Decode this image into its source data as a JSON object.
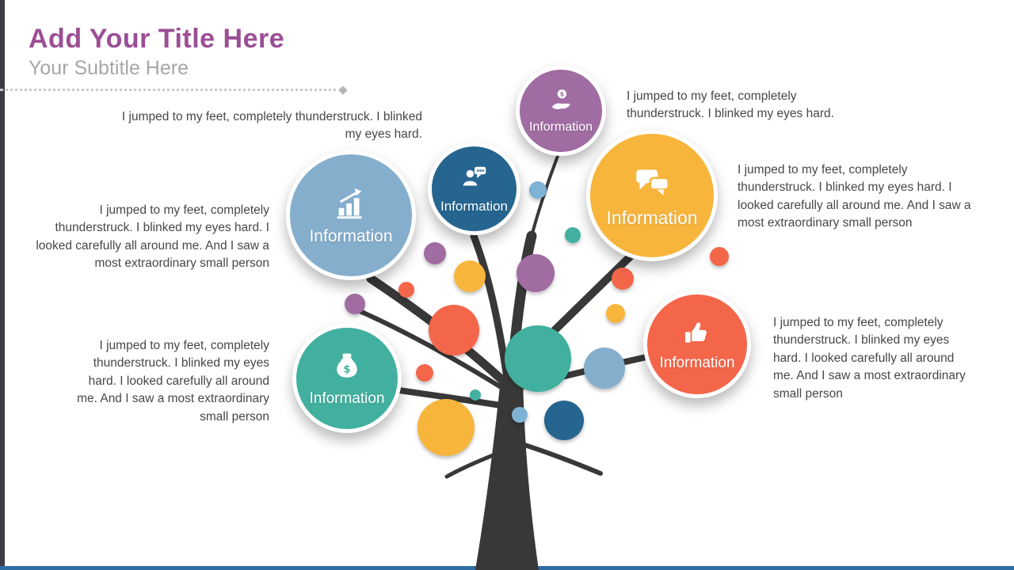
{
  "header": {
    "title": "Add Your Title Here",
    "subtitle": "Your Subtitle Here"
  },
  "texts": {
    "top_left": "I jumped to my feet, completely thunderstruck. I blinked my eyes hard.",
    "mid_left": "I jumped to my feet, completely thunderstruck. I blinked my eyes hard. I looked carefully all around me. And I saw a most extraordinary small person",
    "bottom_left": "I jumped to my feet, completely thunderstruck. I blinked my eyes hard. I looked carefully all around me. And I saw a most extraordinary small person",
    "top_right": "I jumped to my feet, completely thunderstruck. I blinked my eyes hard.",
    "mid_right": "I jumped to my feet, completely thunderstruck. I blinked my eyes hard. I looked carefully all around me. And I saw a most extraordinary small person",
    "bottom_right": "I jumped to my feet, completely thunderstruck. I blinked my eyes hard. I looked carefully all around me. And I saw a most extraordinary small person"
  },
  "nodes": [
    {
      "id": "purple",
      "label": "Information",
      "icon": "hand-dollar-icon",
      "color": "#a06ca2"
    },
    {
      "id": "dblue",
      "label": "Information",
      "icon": "person-chat-icon",
      "color": "#256590"
    },
    {
      "id": "yellow",
      "label": "Information",
      "icon": "chat-bubbles-icon",
      "color": "#f7b53c"
    },
    {
      "id": "steel",
      "label": "Information",
      "icon": "bar-chart-icon",
      "color": "#85aecd"
    },
    {
      "id": "teal",
      "label": "Information",
      "icon": "money-bag-icon",
      "color": "#42b09f"
    },
    {
      "id": "coral",
      "label": "Information",
      "icon": "thumbs-up-icon",
      "color": "#f4664a"
    }
  ],
  "palette": {
    "title": "#9c4e95",
    "subtitle": "#a6a6a6",
    "trunk": "#383838",
    "purple": "#a06ca2",
    "dark_blue": "#256590",
    "yellow": "#f7b53c",
    "steel_blue": "#85aecd",
    "teal": "#42b09f",
    "coral": "#f4664a",
    "light_blue": "#7fb3d5"
  }
}
